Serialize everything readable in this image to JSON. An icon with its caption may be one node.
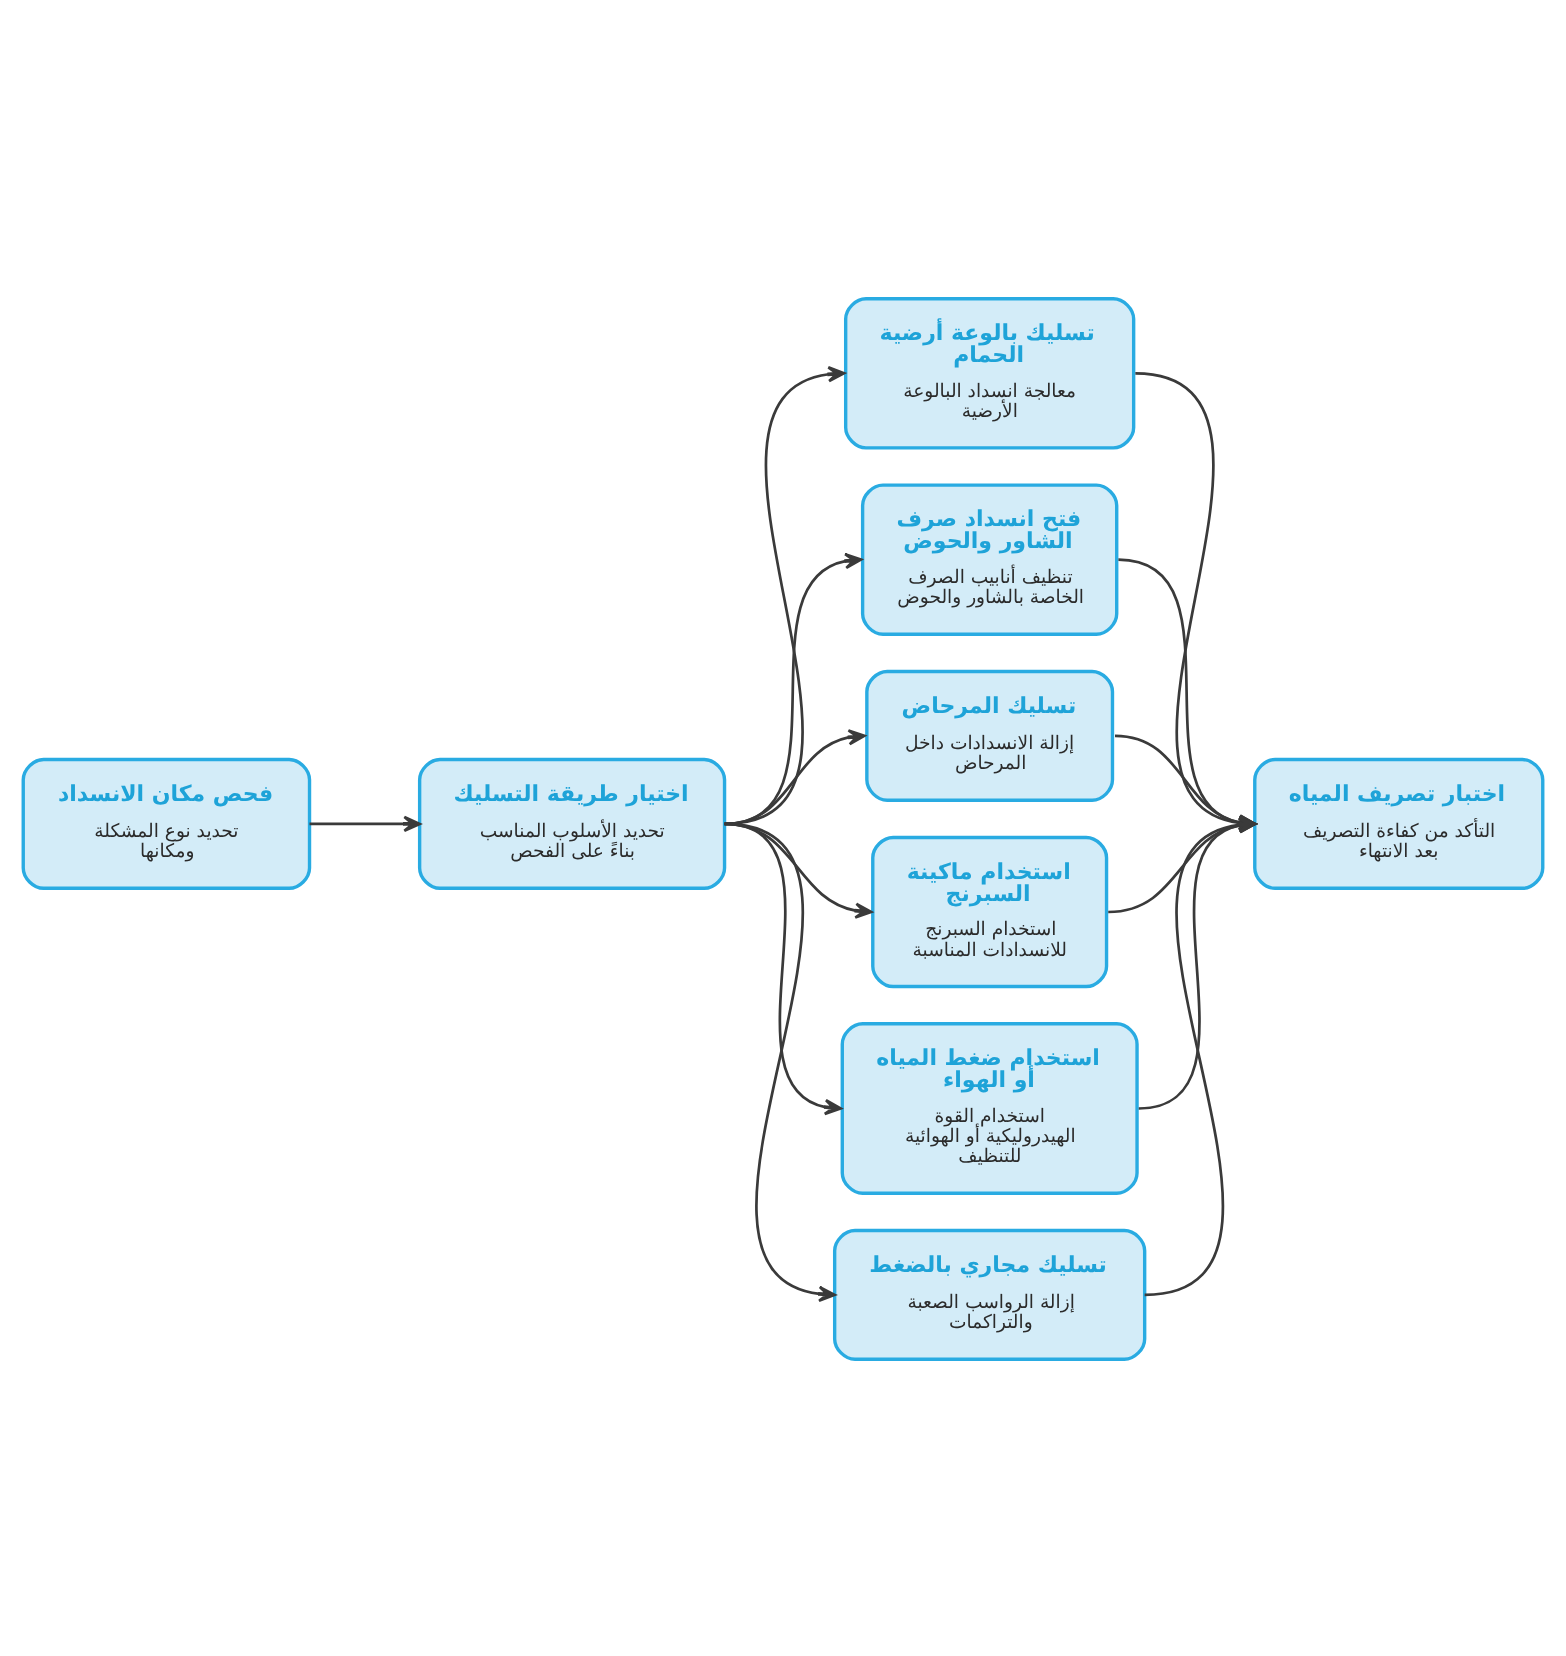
{
  "diagram": {
    "nodes": [
      {
        "text": [
          "فحص مكان الانسداد",
          "تحديد نوع المشكلة ومكانها"
        ]
      },
      {
        "text": [
          "اختيار طريقة التسليك",
          "تحديد الأسلوب المناسب بناءً على الفحص"
        ]
      },
      {
        "text": [
          "تسليك بالوعة أرضية الحمام",
          "معالجة انسداد البالوعة الأرضية"
        ]
      },
      {
        "text": [
          "فتح انسداد صرف الشاور والحوض",
          "تنظيف أنابيب الصرف الخاصة بالشاور والحوض"
        ]
      },
      {
        "text": [
          "تسليك المرحاض",
          "إزالة الانسدادات داخل المرحاض"
        ]
      },
      {
        "text": [
          "استخدام ماكينة السبرنج",
          "استخدام السبرنج للانسدادات المناسبة"
        ]
      },
      {
        "text": [
          "استخدام ضغط المياه أو الهواء",
          "استخدام القوة الهيدروليكية أو الهوائية للتنظيف"
        ]
      },
      {
        "text": [
          "تسليك مجاري بالضغط",
          "إزالة الرواسب الصعبة والتراكمات"
        ]
      },
      {
        "text": [
          "اختبار تصريف المياه",
          "التأكد من كفاءة التصريف بعد الانتهاء"
        ]
      }
    ],
    "edges": [
      {
        "from": 0,
        "to": 1,
        "arrow": "to"
      },
      {
        "from": 1,
        "to": 2,
        "arrow": "to"
      },
      {
        "from": 1,
        "to": 3,
        "arrow": "to"
      },
      {
        "from": 1,
        "to": 4,
        "arrow": "to"
      },
      {
        "from": 1,
        "to": 5,
        "arrow": "to"
      },
      {
        "from": 1,
        "to": 6,
        "arrow": "to"
      },
      {
        "from": 1,
        "to": 7,
        "arrow": "to"
      },
      {
        "from": 2,
        "to": 8,
        "arrow": "to"
      },
      {
        "from": 3,
        "to": 8,
        "arrow": "to"
      },
      {
        "from": 4,
        "to": 8,
        "arrow": "to"
      },
      {
        "from": 5,
        "to": 8,
        "arrow": "to"
      },
      {
        "from": 6,
        "to": 8,
        "arrow": "to"
      },
      {
        "from": 7,
        "to": 8,
        "arrow": "to"
      }
    ]
  }
}
